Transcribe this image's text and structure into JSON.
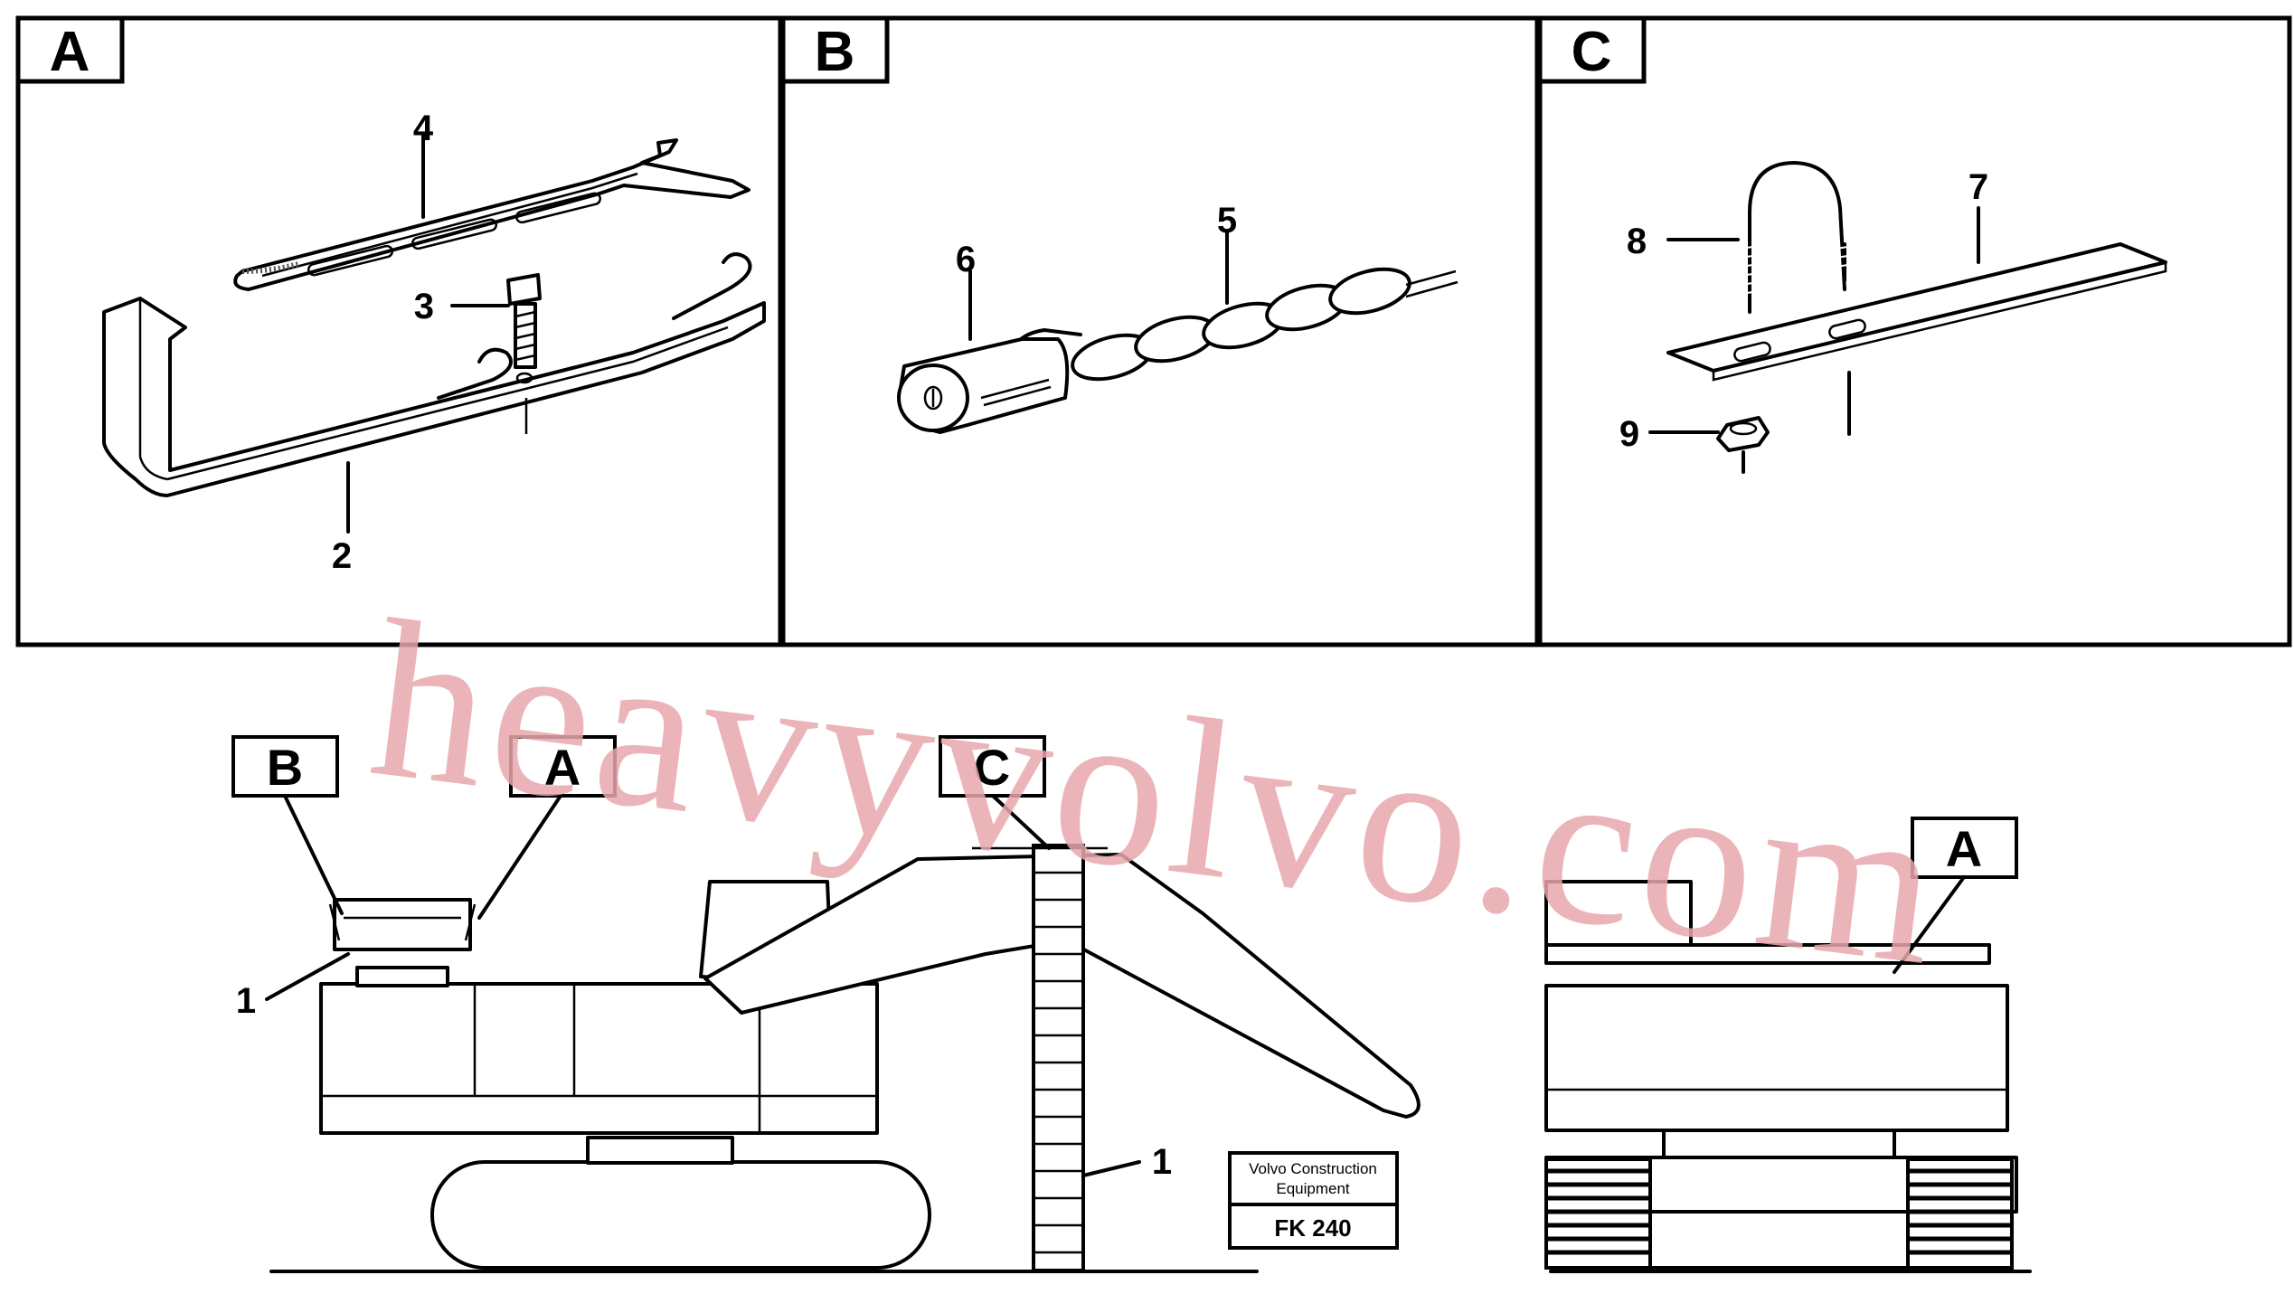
{
  "panels": [
    {
      "letter": "A",
      "parts": [
        "2",
        "3",
        "4"
      ]
    },
    {
      "letter": "B",
      "parts": [
        "5",
        "6"
      ]
    },
    {
      "letter": "C",
      "parts": [
        "7",
        "8",
        "9"
      ]
    }
  ],
  "panel_a": {
    "letter": "A",
    "label_2": "2",
    "label_3": "3",
    "label_4": "4"
  },
  "panel_b": {
    "letter": "B",
    "label_5": "5",
    "label_6": "6"
  },
  "panel_c": {
    "letter": "C",
    "label_7": "7",
    "label_8": "8",
    "label_9": "9"
  },
  "overview": {
    "callout_b": "B",
    "callout_a_left": "A",
    "callout_c": "C",
    "callout_a_right": "A",
    "label_1_cab": "1",
    "label_1_ladder": "1"
  },
  "plate": {
    "line1": "Volvo Construction",
    "line2": "Equipment",
    "code": "FK 240"
  },
  "watermark": "heavyvolvo.com"
}
